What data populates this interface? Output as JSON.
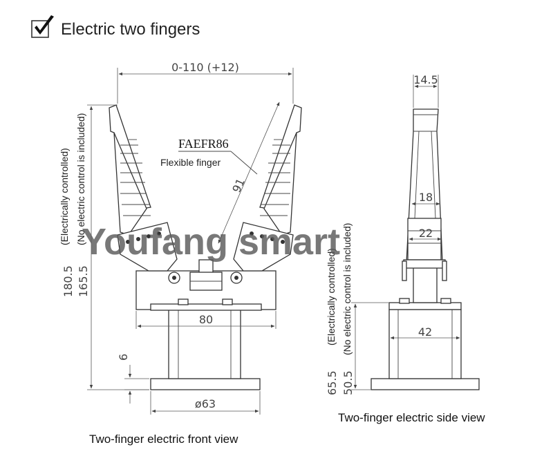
{
  "header": {
    "title": "Electric two fingers",
    "icon": "checkbox-checked-icon"
  },
  "front_view": {
    "caption": "Two-finger electric front view",
    "model_label": "FAEFR86",
    "model_desc": "Flexible finger",
    "dims": {
      "opening": "0-110 (+12)",
      "finger_length": "91",
      "base_width": "80",
      "plate_thickness": "6",
      "plate_diameter": "ø63",
      "height_total": "180.5",
      "height_inner": "165.5"
    },
    "notes": {
      "electric": "(Electrically controlled)",
      "no_electric": "(No electric control is included)"
    }
  },
  "side_view": {
    "caption": "Two-finger electric side view",
    "dims": {
      "top_width": "14.5",
      "mid_width": "18",
      "lower_width": "22",
      "base_width": "42",
      "height_total": "65.5",
      "height_inner": "50.5"
    },
    "notes": {
      "electric": "(Electrically controlled)",
      "no_electric": "(No electric control is included)"
    }
  },
  "watermark": "Youfang smart",
  "colors": {
    "line": "#333333",
    "watermark": "#5a5a5a"
  }
}
